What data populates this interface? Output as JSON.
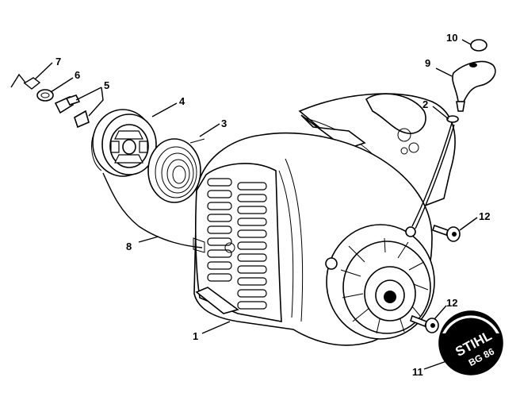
{
  "callouts": {
    "c1": "1",
    "c2": "2",
    "c3": "3",
    "c4": "4",
    "c5": "5",
    "c6": "6",
    "c7": "7",
    "c8": "8",
    "c9": "9",
    "c10": "10",
    "c11": "11",
    "c12a": "12",
    "c12b": "12"
  },
  "logo": {
    "brand": "STIHL",
    "model": "BG 86"
  },
  "colors": {
    "line": "#000000",
    "background": "#ffffff"
  }
}
